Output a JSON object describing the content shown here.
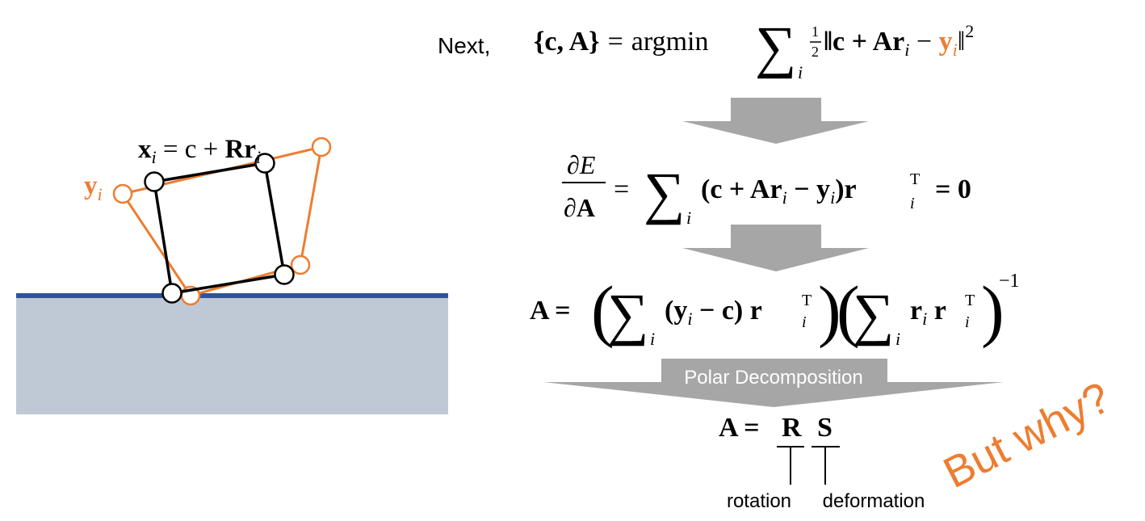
{
  "intro": {
    "label": "Next,"
  },
  "colors": {
    "orange": "#ED7D31",
    "ground_line": "#2F5496",
    "ground_fill": "#BFC9D6",
    "arrow_fill": "#A6A6A6",
    "text": "#000000"
  },
  "diagram": {
    "x_label_base": "x",
    "x_label_sub": "i",
    "x_label_eq": " = c + ",
    "x_label_bold": "Rr",
    "x_label_sub2": "i",
    "y_label_base": "y",
    "y_label_sub": "i"
  },
  "equations": {
    "argmin": {
      "lhs": "{c, A}",
      "eq": "=",
      "op": "argmin",
      "sum_sub": "i",
      "half_num": "1",
      "half_den": "2",
      "norm_open": "‖c + Ar",
      "norm_sub1": "i",
      "minus": " − ",
      "y_bold": "y",
      "y_sub": "i",
      "norm_close": "‖",
      "power": "2"
    },
    "derivative": {
      "num": "∂E",
      "den": "∂A",
      "eq": "=",
      "sum_sub": "i",
      "body": "(c + Ar",
      "body_sub1": "i",
      "body_mid": " − y",
      "body_sub2": "i",
      "body_close": ")r",
      "sup_t": "T",
      "sub_i": "i",
      "rhs": "= 0"
    },
    "solution": {
      "lhs": "A =",
      "sum1_sub": "i",
      "term1": "(y",
      "term1_sub": "i",
      "term1_rest": " − c)  r",
      "sup_t": "T",
      "sub_i": "i",
      "sum2_sub": "i",
      "term2": "r",
      "term2_sub": "i",
      "term2_r": "  r",
      "inv": "−1"
    },
    "polar": {
      "lhs": "A =",
      "r": "R",
      "s": "S"
    }
  },
  "arrows": {
    "polar_label": "Polar Decomposition"
  },
  "annotations": {
    "rotation": "rotation",
    "deformation": "deformation",
    "question": "But why?"
  }
}
